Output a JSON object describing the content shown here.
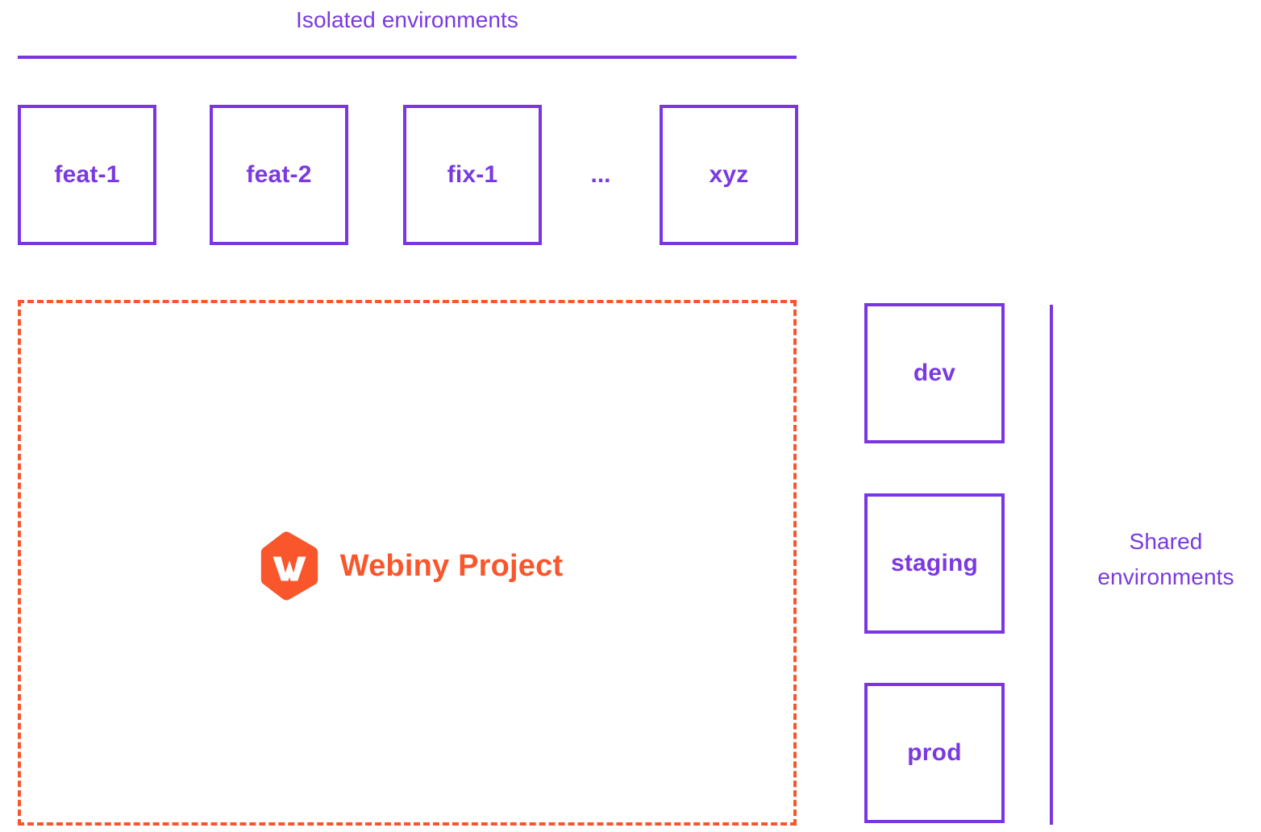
{
  "colors": {
    "purple": "#7a36e0",
    "purple_text": "#7a3ae0",
    "orange": "#f9562c",
    "background": "#ffffff"
  },
  "isolated": {
    "title": "Isolated environments",
    "environments": [
      {
        "label": "feat-1"
      },
      {
        "label": "feat-2"
      },
      {
        "label": "fix-1"
      },
      {
        "label": "xyz"
      }
    ],
    "ellipsis": "..."
  },
  "project": {
    "name": "Webiny Project",
    "logo_icon": "webiny-hexagon-logo",
    "logo_letter": "W",
    "border_style": "dashed"
  },
  "shared": {
    "title_line_1": "Shared",
    "title_line_2": "environments",
    "environments": [
      {
        "label": "dev"
      },
      {
        "label": "staging"
      },
      {
        "label": "prod"
      }
    ]
  }
}
